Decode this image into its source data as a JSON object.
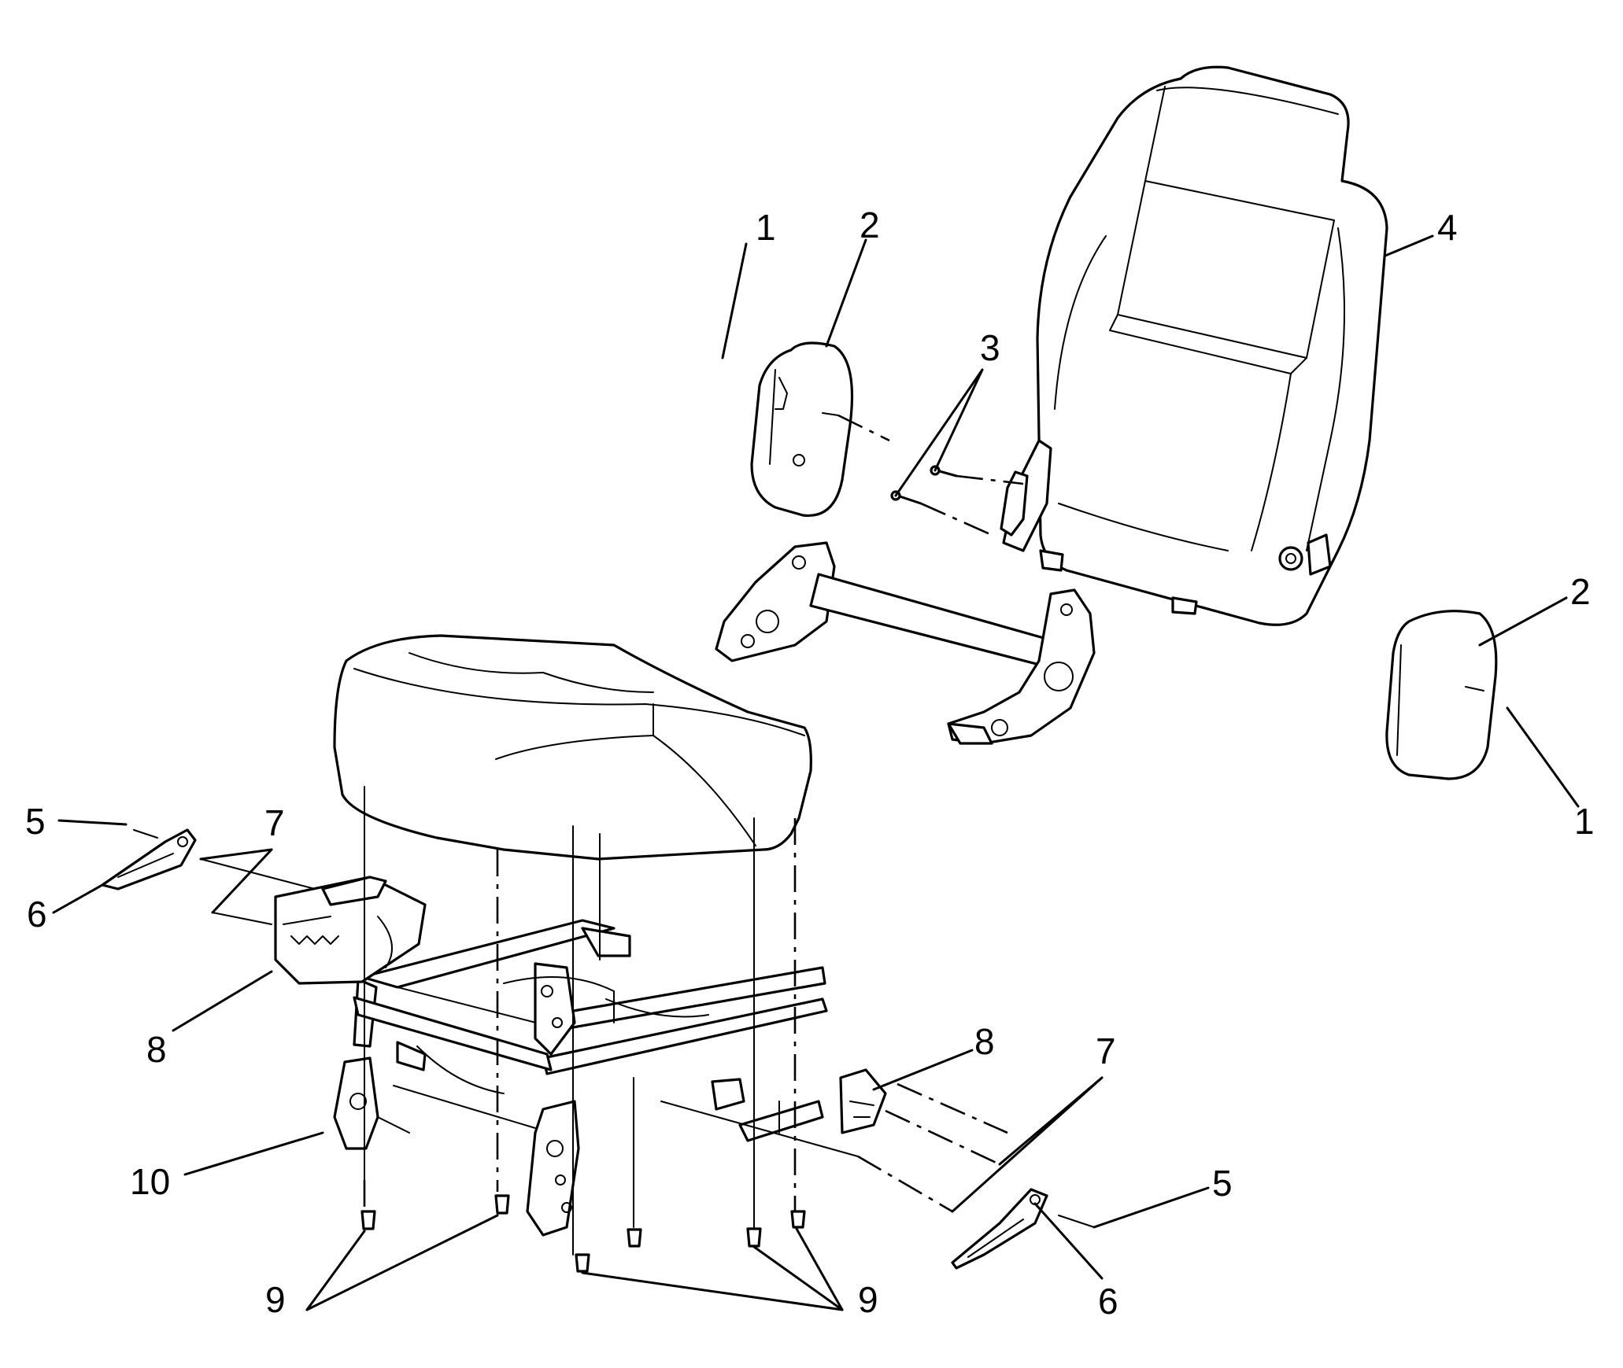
{
  "diagram": {
    "background": "#ffffff",
    "line_color": "#000000",
    "callouts": [
      {
        "id": "c1a",
        "text": "1"
      },
      {
        "id": "c2a",
        "text": "2"
      },
      {
        "id": "c3",
        "text": "3"
      },
      {
        "id": "c4",
        "text": "4"
      },
      {
        "id": "c2b",
        "text": "2"
      },
      {
        "id": "c1b",
        "text": "1"
      },
      {
        "id": "c5a",
        "text": "5"
      },
      {
        "id": "c7a",
        "text": "7"
      },
      {
        "id": "c6a",
        "text": "6"
      },
      {
        "id": "c8a",
        "text": "8"
      },
      {
        "id": "c8b",
        "text": "8"
      },
      {
        "id": "c7b",
        "text": "7"
      },
      {
        "id": "c5b",
        "text": "5"
      },
      {
        "id": "c10",
        "text": "10"
      },
      {
        "id": "c9a",
        "text": "9"
      },
      {
        "id": "c9b",
        "text": "9"
      },
      {
        "id": "c6b",
        "text": "6"
      }
    ]
  }
}
